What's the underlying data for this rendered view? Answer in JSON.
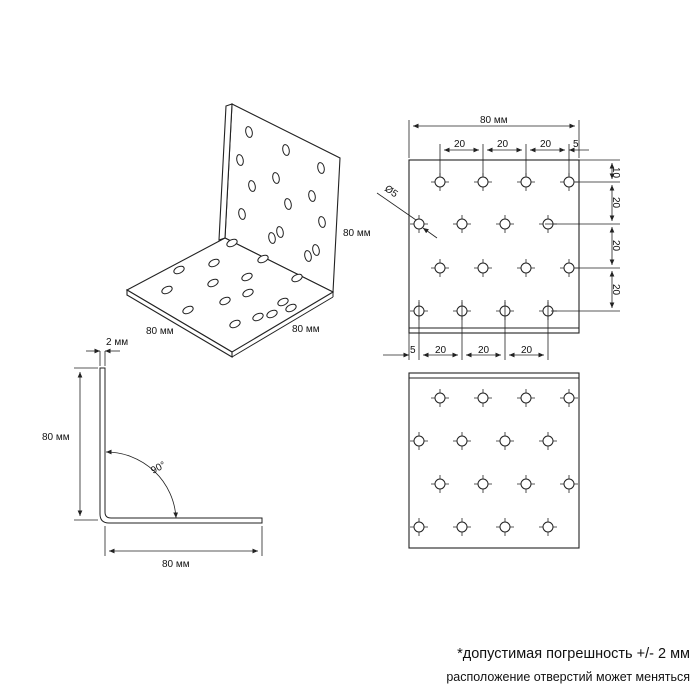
{
  "dimensions": {
    "iso_length_a": "80 мм",
    "iso_length_b": "80 мм",
    "iso_height": "80 мм",
    "thickness": "2 мм",
    "side_height": "80 мм",
    "side_width": "80 мм",
    "angle": "90°",
    "top_width": "80 мм",
    "top_spacing_1": "20",
    "top_spacing_2": "20",
    "top_spacing_3": "20",
    "top_edge": "5",
    "right_edge": "10",
    "right_spacing_1": "20",
    "right_spacing_2": "20",
    "right_spacing_3": "20",
    "bottom_edge": "5",
    "bottom_spacing_1": "20",
    "bottom_spacing_2": "20",
    "bottom_spacing_3": "20",
    "hole_diameter": "Ø5"
  },
  "notes": {
    "tolerance": "*допустимая погрешность +/- 2 мм",
    "hole_layout": "расположение отверстий может меняться"
  }
}
